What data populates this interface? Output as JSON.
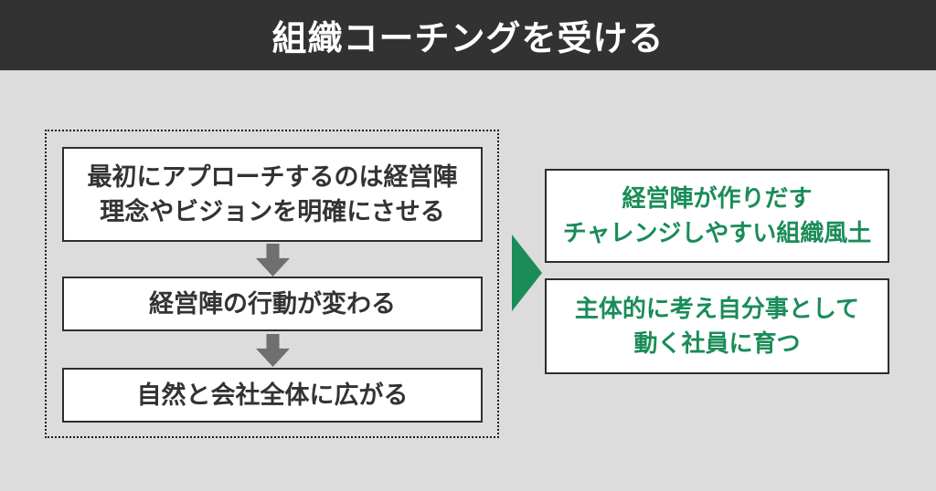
{
  "header": {
    "title": "組織コーチングを受ける"
  },
  "flow": {
    "steps": [
      {
        "text": "最初にアプローチするのは経営陣\n理念やビジョンを明確にさせる"
      },
      {
        "text": "経営陣の行動が変わる"
      },
      {
        "text": "自然と会社全体に広がる"
      }
    ]
  },
  "results": [
    {
      "text": "経営陣が作りだす\nチャレンジしやすい組織風土"
    },
    {
      "text": "主体的に考え自分事として\n動く社員に育つ"
    }
  ],
  "icons": {
    "down_arrow": "down-arrow",
    "right_arrow": "right-arrow-triangle"
  },
  "colors": {
    "header_bg": "#323232",
    "canvas_bg": "#dcdcdc",
    "box_border": "#2d2d2d",
    "step_text": "#333333",
    "accent_green": "#1a8c58",
    "arrow_gray": "#6f6f6f"
  }
}
